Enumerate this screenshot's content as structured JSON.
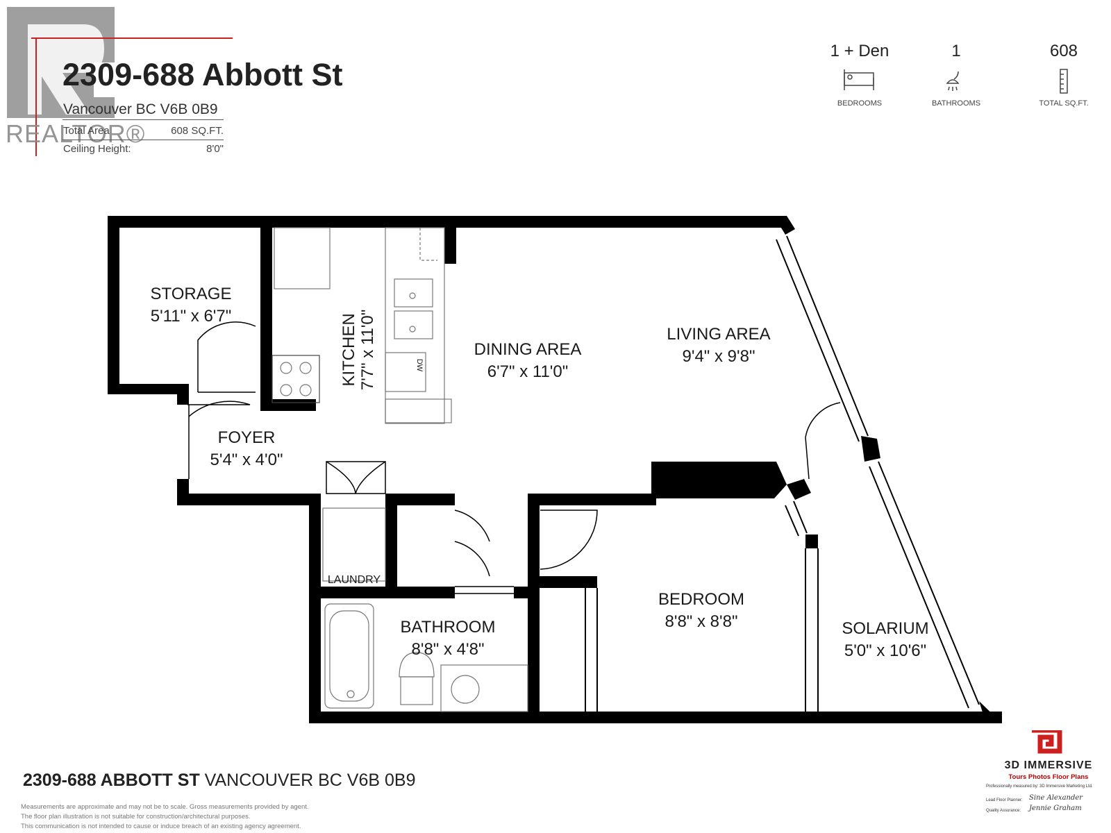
{
  "header": {
    "address_title": "2309-688 Abbott St",
    "city_line": "Vancouver BC V6B 0B9",
    "total_area_label": "Total Area",
    "total_area_value": "608 SQ.FT.",
    "ceiling_label": "Ceiling Height:",
    "ceiling_value": "8'0\"",
    "watermark": "REALTOR®"
  },
  "stats": [
    {
      "value": "1 + Den",
      "label": "BEDROOMS",
      "icon": "bed-icon"
    },
    {
      "value": "1",
      "label": "BATHROOMS",
      "icon": "shower-icon"
    },
    {
      "value": "608",
      "label": "TOTAL SQ.FT.",
      "icon": "ruler-icon"
    }
  ],
  "rooms": {
    "storage": {
      "name": "STORAGE",
      "dims": "5'11\" x 6'7\""
    },
    "kitchen": {
      "name": "KITCHEN",
      "dims": "7'7\" x 11'0\""
    },
    "dining": {
      "name": "DINING AREA",
      "dims": "6'7\" x 11'0\""
    },
    "living": {
      "name": "LIVING AREA",
      "dims": "9'4\" x 9'8\""
    },
    "foyer": {
      "name": "FOYER",
      "dims": "5'4\" x 4'0\""
    },
    "laundry": {
      "name": "LAUNDRY"
    },
    "bathroom": {
      "name": "BATHROOM",
      "dims": "8'8\" x 4'8\""
    },
    "bedroom": {
      "name": "BEDROOM",
      "dims": "8'8\" x 8'8\""
    },
    "solarium": {
      "name": "SOLARIUM",
      "dims": "5'0\" x 10'6\""
    },
    "dw_label": "DW"
  },
  "footer": {
    "address_bold": "2309-688 ABBOTT ST",
    "address_rest": " VANCOUVER BC V6B 0B9",
    "disclaimer": [
      "Measurements are approximate and may not be to scale. Gross measurements provided by agent.",
      "The floor plan illustration is not suitable for construction/architectural purposes.",
      "This communication is not intended to cause or induce breach of an existing agency agreement."
    ],
    "brand_name": "3D IMMERSIVE",
    "brand_tagline": "Tours  Photos  Floor Plans",
    "brand_note": "Professionally measured by: 3D Immersive Marketing Ltd.",
    "planner_label": "Lead Floor Planner:",
    "planner_sig": "Sine Alexander",
    "qa_label": "Quality Assurance:",
    "qa_sig": "Jennie Graham"
  },
  "colors": {
    "wall": "#000000",
    "accent": "#cc1f1f",
    "watermark": "#8a8a8a"
  }
}
